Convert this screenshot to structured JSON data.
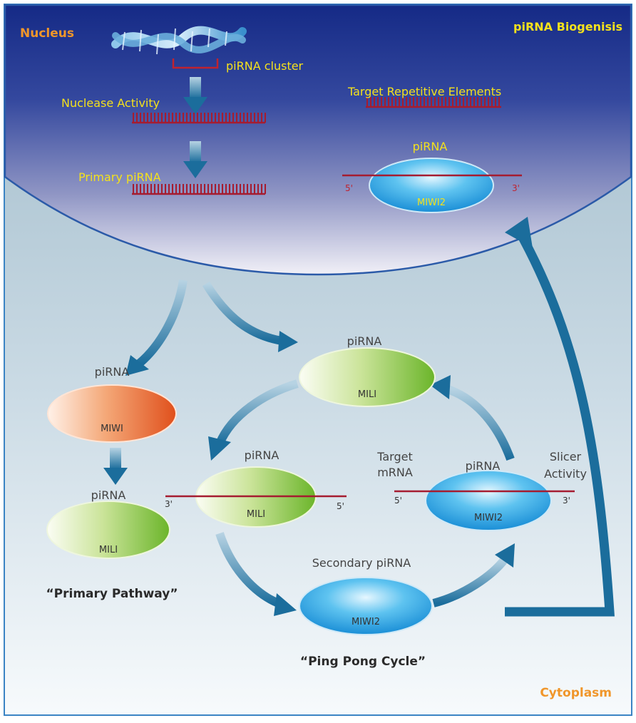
{
  "title": "piRNA Biogenisis",
  "regions": {
    "nucleus": "Nucleus",
    "cytoplasm": "Cytoplasm"
  },
  "nucleus": {
    "cluster_label": "piRNA cluster",
    "nuclease_label": "Nuclease Activity",
    "primary_label": "Primary piRNA",
    "target_label": "Target Repetitive Elements",
    "complex": {
      "pirna_label": "piRNA",
      "protein": "MIWI2",
      "five_prime": "5'",
      "three_prime": "3'"
    }
  },
  "primary_pathway": {
    "caption": "“Primary Pathway”",
    "miwi": {
      "pirna_label": "piRNA",
      "protein": "MIWI"
    },
    "mili": {
      "pirna_label": "piRNA",
      "protein": "MILI"
    }
  },
  "ping_pong": {
    "caption": "“Ping Pong Cycle”",
    "top_mili": {
      "pirna_label": "piRNA",
      "protein": "MILI"
    },
    "mid_mili": {
      "pirna_label": "piRNA",
      "protein": "MILI",
      "three_prime": "3'",
      "five_prime": "5'"
    },
    "target_mrna": [
      "Target",
      "mRNA"
    ],
    "slicer": [
      "Slicer",
      "Activity"
    ],
    "right_miwi2": {
      "pirna_label": "piRNA",
      "protein": "MIWI2",
      "five_prime": "5'",
      "three_prime": "3'"
    },
    "secondary": {
      "label": "Secondary piRNA",
      "protein": "MIWI2"
    }
  },
  "colors": {
    "title_yellow": "#f4e11c",
    "region_orange": "#f0962a",
    "rna_red": "#a51c30",
    "arrow_blue": "#1b6d9c"
  }
}
